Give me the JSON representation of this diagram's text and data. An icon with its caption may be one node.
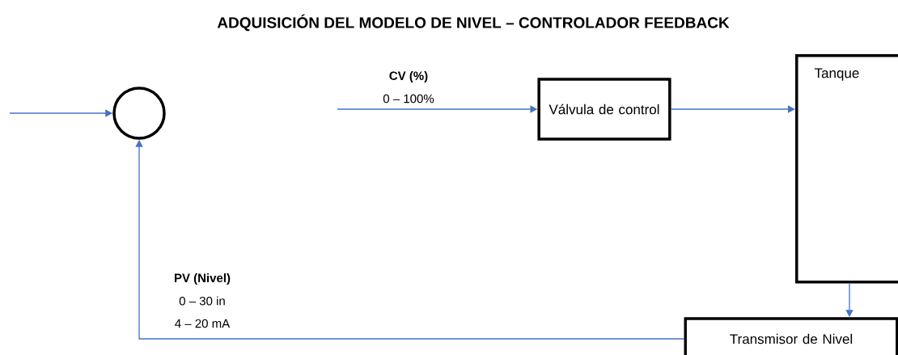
{
  "diagram": {
    "title": "ADQUISICIÓN DEL MODELO DE NIVEL – CONTROLADOR FEEDBACK",
    "nodes": [
      {
        "text": [],
        "shape": "circle"
      },
      {
        "text": [
          "Válvula de control"
        ]
      },
      {
        "text": [
          "Tanque"
        ]
      },
      {
        "text": [
          "Transmisor de Nivel"
        ]
      }
    ],
    "edges": [
      {
        "from": null,
        "to": 0,
        "arrow": "to"
      },
      {
        "from": null,
        "to": 1,
        "arrow": "to"
      },
      {
        "from": 1,
        "to": 2,
        "arrow": "to"
      },
      {
        "from": 2,
        "to": 3,
        "arrow": "to"
      },
      {
        "from": 3,
        "to": 0,
        "arrow": "to"
      }
    ],
    "labels": [
      "CV (%)",
      "0 – 100%",
      "PV (Nivel)",
      "0 – 30 in",
      "4 – 20 mA"
    ]
  }
}
